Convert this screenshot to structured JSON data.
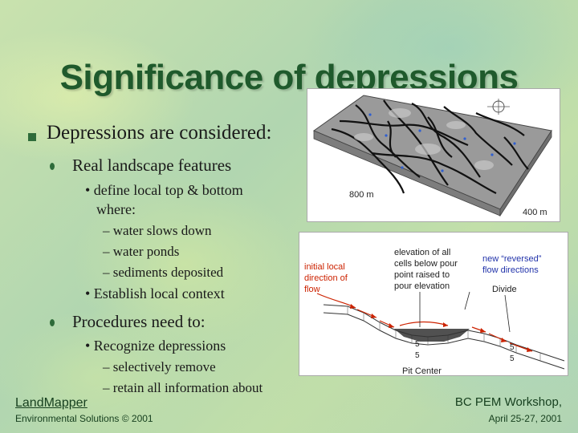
{
  "slide": {
    "title": "Significance of depressions",
    "bullets": {
      "b1": "Depressions are considered:",
      "b1_1": "Real landscape features",
      "b1_1_1_line1": "• define local top & bottom",
      "b1_1_1_line2": "where:",
      "b1_1_1_a": "– water slows down",
      "b1_1_1_b": "– water ponds",
      "b1_1_1_c": "– sediments deposited",
      "b1_1_2": "• Establish local context",
      "b2": "Procedures need to:",
      "b2_1": "• Recognize depressions",
      "b2_1_a": "– selectively remove",
      "b2_1_b": "– retain all information about"
    }
  },
  "terrain_figure": {
    "label_left": "800 m",
    "label_right": "400 m"
  },
  "profile_figure": {
    "label_initial": "initial local direction of flow",
    "label_initial_lines": [
      "initial local",
      "direction of",
      "flow"
    ],
    "label_elevation_lines": [
      "elevation of all",
      "cells below pour",
      "point raised to",
      "pour elevation"
    ],
    "label_reversed_lines": [
      "new “reversed”",
      "flow directions"
    ],
    "label_divide": "Divide",
    "label_pit": "Pit Center",
    "cell_labels": [
      "5",
      "5",
      "5",
      "5"
    ]
  },
  "footer": {
    "left_top": "LandMapper",
    "left_bottom": "Environmental Solutions © 2001",
    "right_top": "BC PEM Workshop,",
    "right_bottom": "April 25-27, 2001"
  },
  "colors": {
    "title": "#1f5a2c",
    "bullet": "#2e6b3a",
    "annotation_red": "#cc2200",
    "annotation_blue": "#2233aa"
  }
}
